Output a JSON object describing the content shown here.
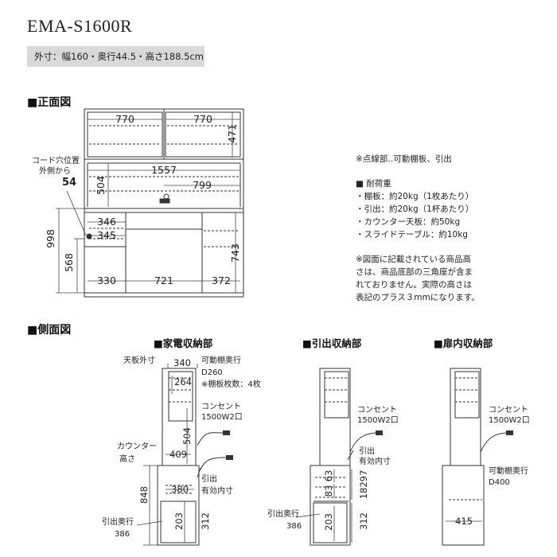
{
  "header": {
    "model": "EMA-S1600R",
    "outer_dims": "外寸：幅160・奥行44.5・高さ188.5cm"
  },
  "front": {
    "section_title": "■正面図",
    "cord_label_1": "コード穴位置",
    "cord_label_2": "外側から",
    "cord_value": "54",
    "dims": {
      "top_left_width": "770",
      "top_right_width": "770",
      "top_height": "471",
      "inner_width": "1557",
      "counter_height": "504",
      "counter_depth": "799",
      "total_height": "998",
      "lower_height": "568",
      "drawer_width": "346",
      "drawer_width_2": "345",
      "right_height": "743",
      "bottom_left": "330",
      "bottom_center": "721",
      "bottom_right": "372"
    }
  },
  "notes": {
    "dotted": "※点線部‥可動棚板、引出",
    "load_title": "■ 耐荷重",
    "loads": [
      "・棚板：約20kg（1枚あたり）",
      "・引出：約20kg（1杯あたり）",
      "・カウンター天板：約50kg",
      "・スライドテーブル：約10kg"
    ],
    "disclaimer": [
      "※図面に記載されている商品高",
      "さは、商品底部の三角座が含ま",
      "れておりません。実際の高さは",
      "表記のプラス３mmになります。"
    ]
  },
  "side": {
    "section_title": "■側面図",
    "appliance": {
      "title": "■家電収納部",
      "top_outer_label": "天板外寸",
      "top_outer_value": "340",
      "movable_shelf_label": "可動棚奥行",
      "movable_shelf_value": "D260",
      "shelf_count": "※棚板枚数：4枚",
      "shelf_height": "264",
      "outlet_label": "コンセント",
      "outlet_spec": "1500W2口",
      "height_504": "504",
      "counter_label_1": "カウンター",
      "counter_label_2": "高さ",
      "counter_depth": "409",
      "drawer_inner_label_1": "引出",
      "drawer_inner_label_2": "有効内寸",
      "drawer_width": "380",
      "counter_height": "848",
      "drawer_h": "203",
      "drawer_total": "312",
      "drawer_depth_label": "引出奥行",
      "drawer_depth_value": "386"
    },
    "drawer": {
      "title": "■引出収納部",
      "outlet_label": "コンセント",
      "outlet_spec": "1500W2口",
      "inner_label_1": "引出",
      "inner_label_2": "有効内寸",
      "h1": "63",
      "h2": "83",
      "h_total": "18297",
      "h3": "203",
      "h4": "312",
      "depth_label": "引出奥行",
      "depth_value": "386"
    },
    "door": {
      "title": "■扉内収納部",
      "outlet_label": "コンセント",
      "outlet_spec": "1500W2口",
      "shelf_label": "可動棚奥行",
      "shelf_value": "D400",
      "width": "415"
    }
  }
}
